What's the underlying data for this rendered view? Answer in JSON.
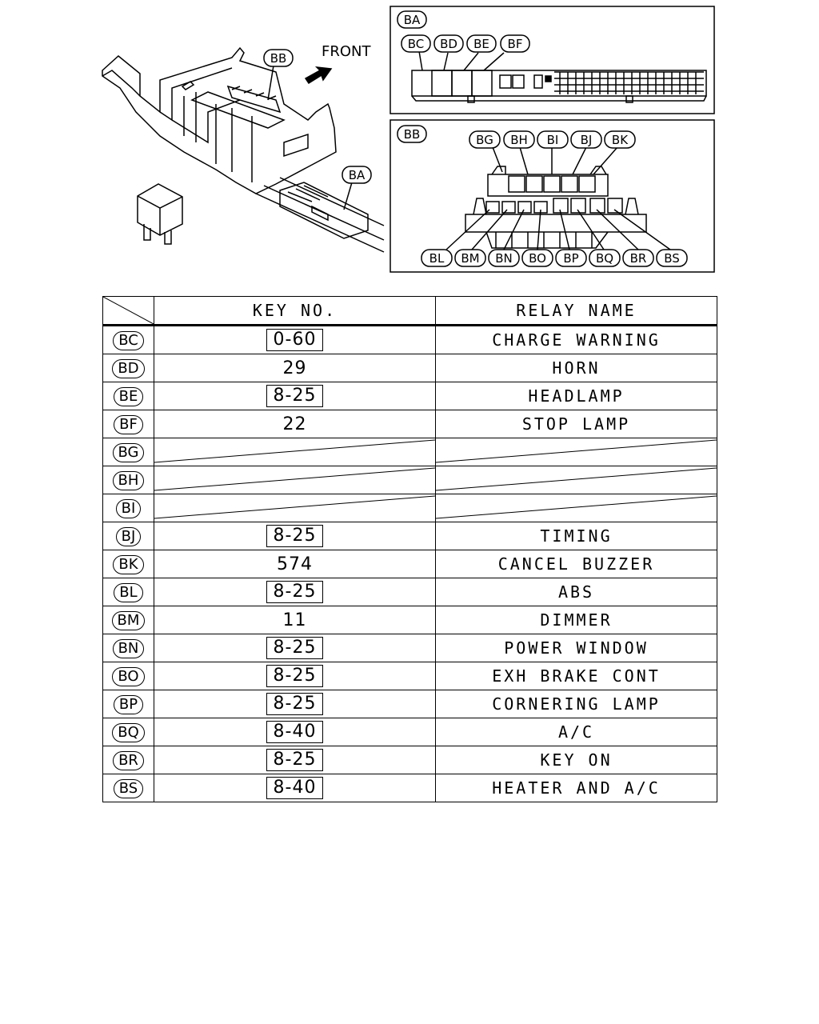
{
  "diagram": {
    "front_label": "FRONT",
    "callout_bb_main": "BB",
    "callout_ba_main": "BA",
    "inset_ba": {
      "title": "BA",
      "tags": [
        "BC",
        "BD",
        "BE",
        "BF"
      ]
    },
    "inset_bb": {
      "title": "BB",
      "top_tags": [
        "BG",
        "BH",
        "BI",
        "BJ",
        "BK"
      ],
      "bottom_tags": [
        "BL",
        "BM",
        "BN",
        "BO",
        "BP",
        "BQ",
        "BR",
        "BS"
      ]
    }
  },
  "table": {
    "header": {
      "key_no": "KEY NO.",
      "relay_name": "RELAY NAME"
    },
    "rows": [
      {
        "code": "BC",
        "key": "0-60",
        "boxed": true,
        "name": "CHARGE WARNING"
      },
      {
        "code": "BD",
        "key": "29",
        "boxed": false,
        "name": "HORN"
      },
      {
        "code": "BE",
        "key": "8-25",
        "boxed": true,
        "name": "HEADLAMP"
      },
      {
        "code": "BF",
        "key": "22",
        "boxed": false,
        "name": "STOP LAMP"
      },
      {
        "code": "BG",
        "key": "",
        "boxed": false,
        "name": "",
        "empty": true
      },
      {
        "code": "BH",
        "key": "",
        "boxed": false,
        "name": "",
        "empty": true
      },
      {
        "code": "BI",
        "key": "",
        "boxed": false,
        "name": "",
        "empty": true
      },
      {
        "code": "BJ",
        "key": "8-25",
        "boxed": true,
        "name": "TIMING"
      },
      {
        "code": "BK",
        "key": "574",
        "boxed": false,
        "name": "CANCEL BUZZER"
      },
      {
        "code": "BL",
        "key": "8-25",
        "boxed": true,
        "name": "ABS"
      },
      {
        "code": "BM",
        "key": "11",
        "boxed": false,
        "name": "DIMMER"
      },
      {
        "code": "BN",
        "key": "8-25",
        "boxed": true,
        "name": "POWER WINDOW"
      },
      {
        "code": "BO",
        "key": "8-25",
        "boxed": true,
        "name": "EXH BRAKE CONT"
      },
      {
        "code": "BP",
        "key": "8-25",
        "boxed": true,
        "name": "CORNERING LAMP"
      },
      {
        "code": "BQ",
        "key": "8-40",
        "boxed": true,
        "name": "A/C"
      },
      {
        "code": "BR",
        "key": "8-25",
        "boxed": true,
        "name": "KEY ON"
      },
      {
        "code": "BS",
        "key": "8-40",
        "boxed": true,
        "name": "HEATER AND A/C"
      }
    ]
  }
}
